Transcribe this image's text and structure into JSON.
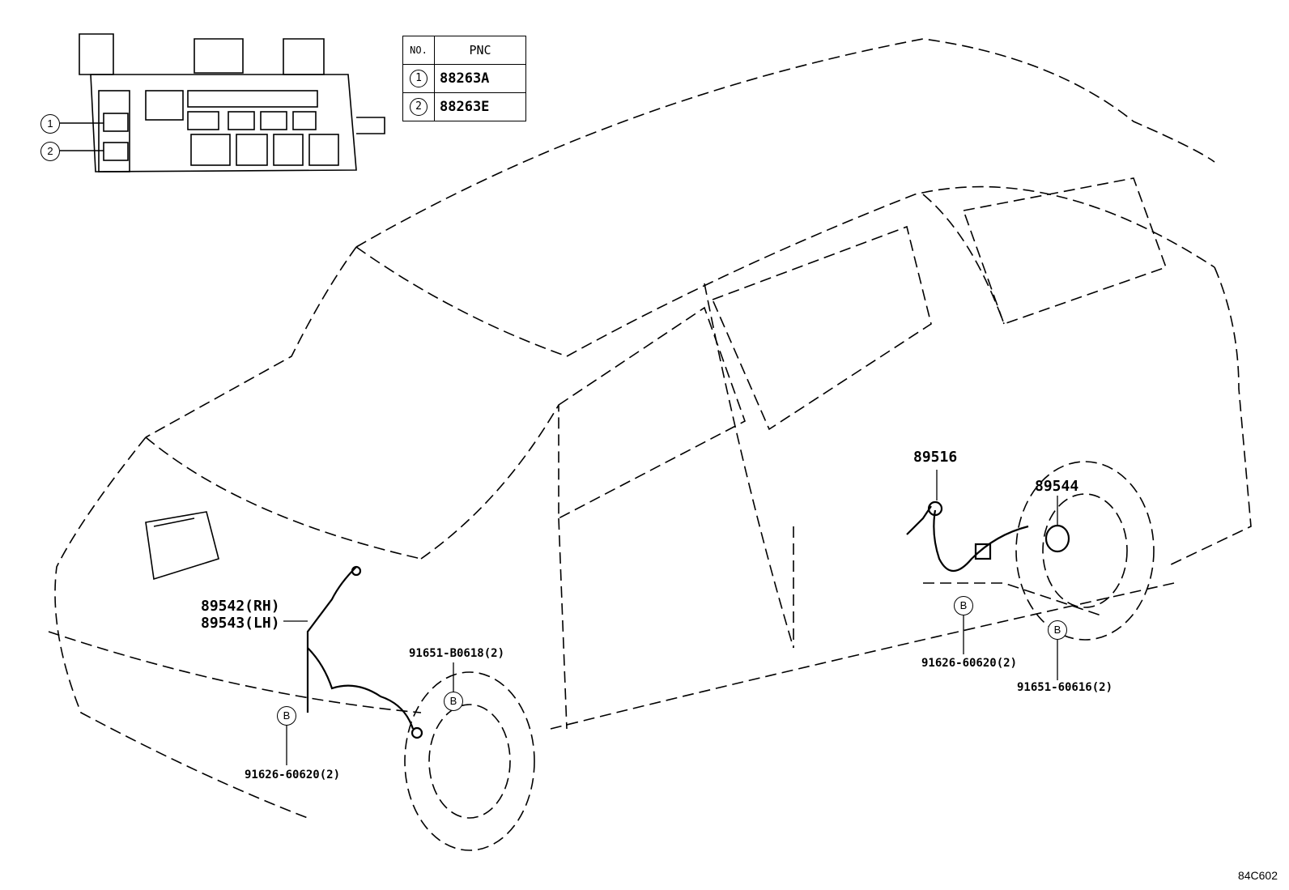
{
  "table": {
    "header_no": "NO.",
    "header_pnc": "PNC",
    "rows": [
      {
        "no": "1",
        "pnc": "88263A"
      },
      {
        "no": "2",
        "pnc": "88263E"
      }
    ]
  },
  "callouts": {
    "c1": "1",
    "c2": "2"
  },
  "labels": {
    "p89542": "89542(RH)",
    "p89543": "89543(LH)",
    "p91651_b0618": "91651-B0618(2)",
    "p91626_front": "91626-60620(2)",
    "p89516": "89516",
    "p89544": "89544",
    "p91626_rear": "91626-60620(2)",
    "p91651_60616": "91651-60616(2)"
  },
  "bubble_letter": "B",
  "drawing_code": "84C602"
}
